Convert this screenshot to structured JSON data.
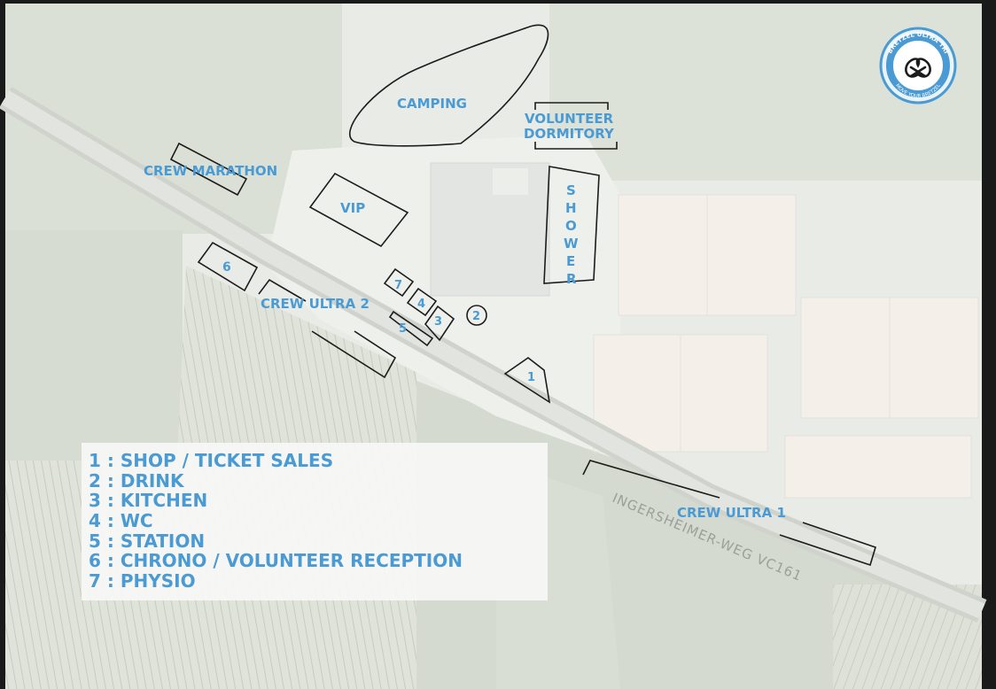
{
  "colors": {
    "label_blue": "#4a9ad4",
    "outline": "#1c1c1c",
    "legend_bg": "#f7f7f5"
  },
  "map": {
    "zones": {
      "camping": "CAMPING",
      "volunteer_dormitory_l1": "VOLUNTEER",
      "volunteer_dormitory_l2": "DORMITORY",
      "crew_marathon": "CREW MARATHON",
      "vip": "VIP",
      "shower": "SHOWER",
      "crew_ultra_2": "CREW ULTRA 2",
      "crew_ultra_1": "CREW ULTRA 1"
    },
    "markers": {
      "m1": "1",
      "m2": "2",
      "m3": "3",
      "m4": "4",
      "m5": "5",
      "m6": "6",
      "m7": "7"
    },
    "road_name": "INGERSHEIMER-WEG VC161"
  },
  "legend": {
    "items": [
      "1 : SHOP / TICKET SALES",
      "2 : DRINK",
      "3 : KITCHEN",
      "4 : WC",
      "5 : STATION",
      "6 : CHRONO / VOLUNTEER RECEPTION",
      "7 : PHYSIO"
    ]
  },
  "logo": {
    "top_text": "BRETZEL ULTRA TRI",
    "bottom_text": "MOVE YOUR BRETZEL",
    "icon": "pretzel-icon"
  }
}
